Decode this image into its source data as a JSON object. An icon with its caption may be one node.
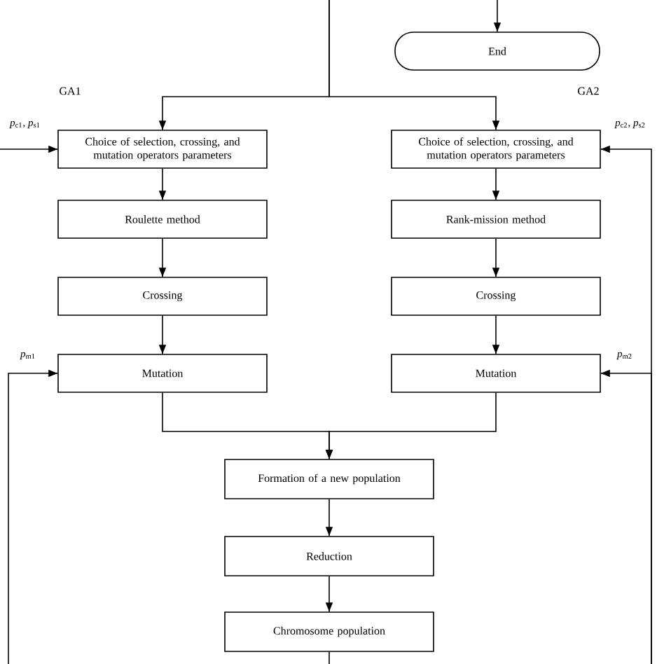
{
  "diagram": {
    "nodes": [
      {
        "text": [
          "End"
        ]
      },
      {
        "text": [
          "Choice of selection, crossing, and mutation operators parameters"
        ]
      },
      {
        "text": [
          "Roulette method"
        ]
      },
      {
        "text": [
          "Crossing"
        ]
      },
      {
        "text": [
          "Mutation"
        ]
      },
      {
        "text": [
          "Choice of selection, crossing, and mutation operators parameters"
        ]
      },
      {
        "text": [
          "Rank-mission method"
        ]
      },
      {
        "text": [
          "Crossing"
        ]
      },
      {
        "text": [
          "Mutation"
        ]
      },
      {
        "text": [
          "Formation of a new population"
        ]
      },
      {
        "text": [
          "Reduction"
        ]
      },
      {
        "text": [
          "Chromosome population"
        ]
      }
    ],
    "edges": [
      {
        "from": null,
        "to": 0,
        "arrow": "to"
      },
      {
        "from": null,
        "to": 1,
        "arrow": "to"
      },
      {
        "from": null,
        "to": 5,
        "arrow": "to"
      },
      {
        "from": null,
        "to": 1,
        "arrow": "to",
        "label": "*p*$_{c1}$, *p*$_{s1}$"
      },
      {
        "from": 1,
        "to": 2,
        "arrow": "to"
      },
      {
        "from": 2,
        "to": 3,
        "arrow": "to"
      },
      {
        "from": 3,
        "to": 4,
        "arrow": "to"
      },
      {
        "from": null,
        "to": 4,
        "arrow": "to",
        "label": "*p*$_{m1}$"
      },
      {
        "from": null,
        "to": 5,
        "arrow": "to",
        "label": "*p*$_{c2}$, *p*$_{s2}$"
      },
      {
        "from": null,
        "to": 8,
        "arrow": "to",
        "label": "*p*$_{m2}$"
      },
      {
        "from": 5,
        "to": 6,
        "arrow": "to"
      },
      {
        "from": 6,
        "to": 7,
        "arrow": "to"
      },
      {
        "from": 7,
        "to": 8,
        "arrow": "to"
      },
      {
        "from": 4,
        "to": 9,
        "arrow": "to"
      },
      {
        "from": 8,
        "to": 9,
        "arrow": "to"
      },
      {
        "from": 9,
        "to": 10,
        "arrow": "to"
      },
      {
        "from": 10,
        "to": 11,
        "arrow": "to"
      },
      {
        "from": 11,
        "to": null,
        "arrow": "none"
      }
    ],
    "labels": [
      "GA1",
      "GA2"
    ]
  }
}
